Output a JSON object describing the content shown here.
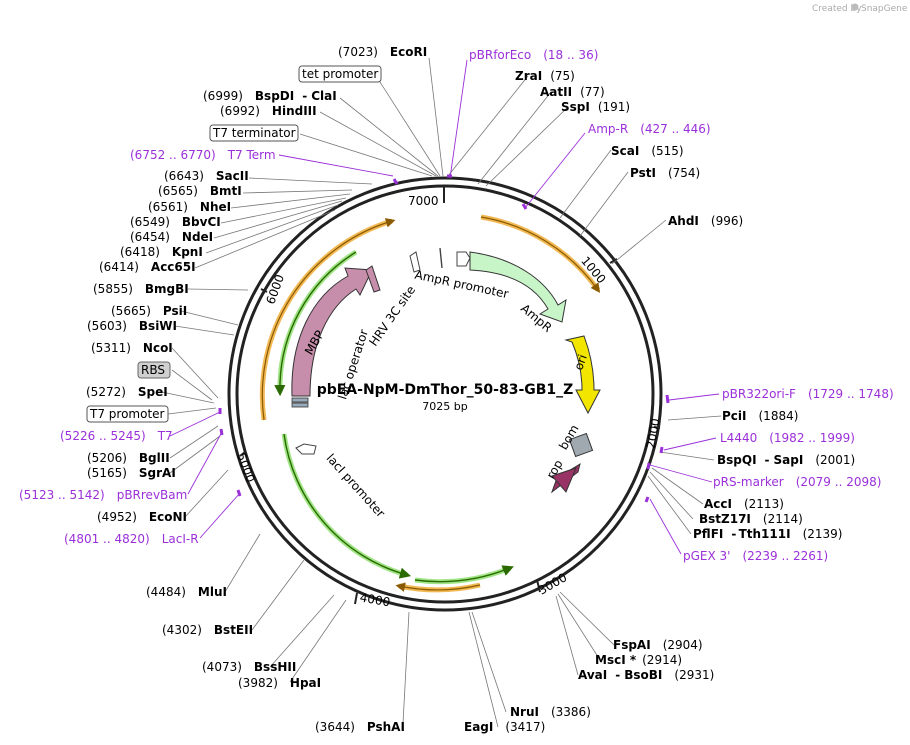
{
  "plasmid": {
    "name": "pbEA-NpM-DmThor_50-83-GB1_Z",
    "length_label": "7025 bp"
  },
  "credit": {
    "text": "Created by",
    "brand": "SnapGene"
  },
  "ticks": [
    "1000",
    "2000",
    "3000",
    "4000",
    "5000",
    "6000",
    "7000"
  ],
  "features": {
    "ampr_promoter": "AmpR promoter",
    "ampr": "AmpR",
    "ori": "ori",
    "bom": "bom",
    "rop": "rop",
    "lac_promoter": "lacI promoter",
    "lac_operator": "lac operator",
    "mbp": "MBP",
    "hrv": "HRV 3C site"
  },
  "labels_right": [
    {
      "name": "ZraI",
      "pos": "(75)"
    },
    {
      "name": "AatII",
      "pos": "(77)"
    },
    {
      "name": "SspI",
      "pos": "(191)"
    },
    {
      "name": "ScaI",
      "pos": "(515)"
    },
    {
      "name": "PstI",
      "pos": "(754)"
    },
    {
      "name": "AhdI",
      "pos": "(996)"
    },
    {
      "name": "PciI",
      "pos": "(1884)"
    },
    {
      "name": "BspQI",
      "sep": "-",
      "name2": "SapI",
      "pos": "(2001)"
    },
    {
      "name": "AccI",
      "pos": "(2113)"
    },
    {
      "name": "BstZ17I",
      "pos": "(2114)"
    },
    {
      "name": "PflFI",
      "sep": "-",
      "name2": "Tth111I",
      "pos": "(2139)"
    },
    {
      "name": "FspAI",
      "pos": "(2904)"
    },
    {
      "name": "MscI *",
      "pos": "(2914)"
    },
    {
      "name": "AvaI",
      "sep": "-",
      "name2": "BsoBI",
      "pos": "(2931)"
    },
    {
      "name": "NruI",
      "pos": "(3386)"
    },
    {
      "name": "EagI",
      "pos": "(3417)"
    }
  ],
  "labels_left": [
    {
      "name": "EcoRI",
      "pos": "(7023)"
    },
    {
      "name": "BspDI",
      "sep": "-",
      "name2": "ClaI",
      "pos": "(6999)"
    },
    {
      "name": "HindIII",
      "pos": "(6992)"
    },
    {
      "name": "SacII",
      "pos": "(6643)"
    },
    {
      "name": "BmtI",
      "pos": "(6565)"
    },
    {
      "name": "NheI",
      "pos": "(6561)"
    },
    {
      "name": "BbvCI",
      "pos": "(6549)"
    },
    {
      "name": "NdeI",
      "pos": "(6454)"
    },
    {
      "name": "KpnI",
      "pos": "(6418)"
    },
    {
      "name": "Acc65I",
      "pos": "(6414)"
    },
    {
      "name": "BmgBI",
      "pos": "(5855)"
    },
    {
      "name": "PsiI",
      "pos": "(5665)"
    },
    {
      "name": "BsiWI",
      "pos": "(5603)"
    },
    {
      "name": "NcoI",
      "pos": "(5311)"
    },
    {
      "name": "SpeI",
      "pos": "(5272)"
    },
    {
      "name": "BglII",
      "pos": "(5206)"
    },
    {
      "name": "SgrAI",
      "pos": "(5165)"
    },
    {
      "name": "EcoNI",
      "pos": "(4952)"
    },
    {
      "name": "MluI",
      "pos": "(4484)"
    },
    {
      "name": "BstEII",
      "pos": "(4302)"
    },
    {
      "name": "BssHII",
      "pos": "(4073)"
    },
    {
      "name": "HpaI",
      "pos": "(3982)"
    },
    {
      "name": "PshAI",
      "pos": "(3644)"
    }
  ],
  "primers": [
    {
      "name": "pBRforEco",
      "pos": "(18 .. 36)"
    },
    {
      "name": "Amp-R",
      "pos": "(427 .. 446)"
    },
    {
      "name": "pBR322ori-F",
      "pos": "(1729 .. 1748)"
    },
    {
      "name": "L4440",
      "pos": "(1982 .. 1999)"
    },
    {
      "name": "pRS-marker",
      "pos": "(2079 .. 2098)"
    },
    {
      "name": "pGEX 3'",
      "pos": "(2239 .. 2261)"
    },
    {
      "name": "T7 Term",
      "pos": "(6752 .. 6770)"
    },
    {
      "name": "T7",
      "pos": "(5226 .. 5245)"
    },
    {
      "name": "pBRrevBam",
      "pos": "(5123 .. 5142)"
    },
    {
      "name": "LacI-R",
      "pos": "(4801 .. 4820)"
    }
  ],
  "boxed": {
    "tet_promoter": "tet promoter",
    "t7_terminator": "T7 terminator",
    "rbs": "RBS",
    "t7_promoter": "T7 promoter"
  },
  "colors": {
    "primer": "#9b30d9",
    "orange_arc": "#f0b040",
    "green_arc": "#3a9a10",
    "ampr_fill": "#c8f5c8",
    "ori_fill": "#f2e600",
    "mbp_fill": "#c78eab",
    "rop_fill": "#993366",
    "bom_fill": "#a0a8b0"
  }
}
